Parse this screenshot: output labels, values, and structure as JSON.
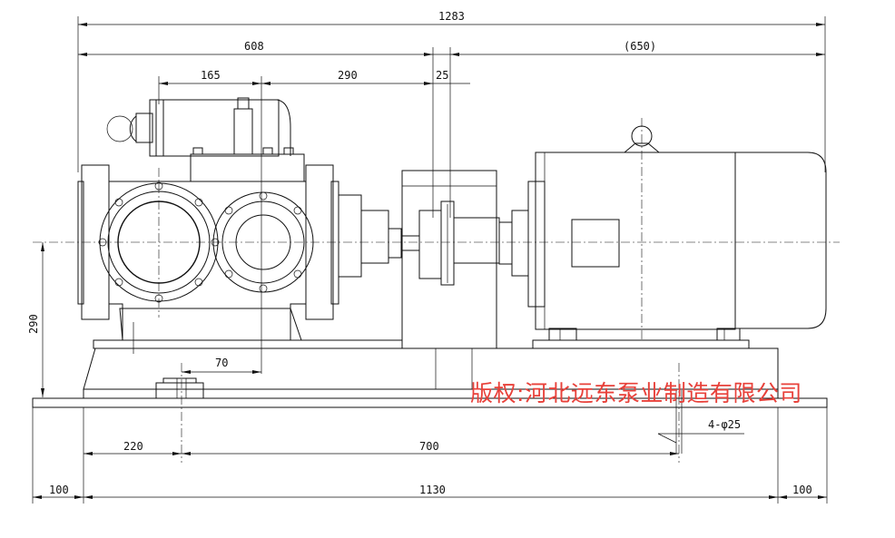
{
  "dimensions": {
    "overall_length": "1283",
    "pump_length": "608",
    "motor_length": "(650)",
    "inlet_offset": "165",
    "inlet_to_shaft": "290",
    "coupling_gap": "25",
    "shaft_height": "290",
    "foot_offset": "70",
    "anchor_offset": "220",
    "anchor_spacing": "700",
    "base_length": "1130",
    "left_margin": "100",
    "right_margin": "100",
    "anchor_holes": "4-φ25"
  },
  "watermark": "版权:河北远东泵业制造有限公司"
}
